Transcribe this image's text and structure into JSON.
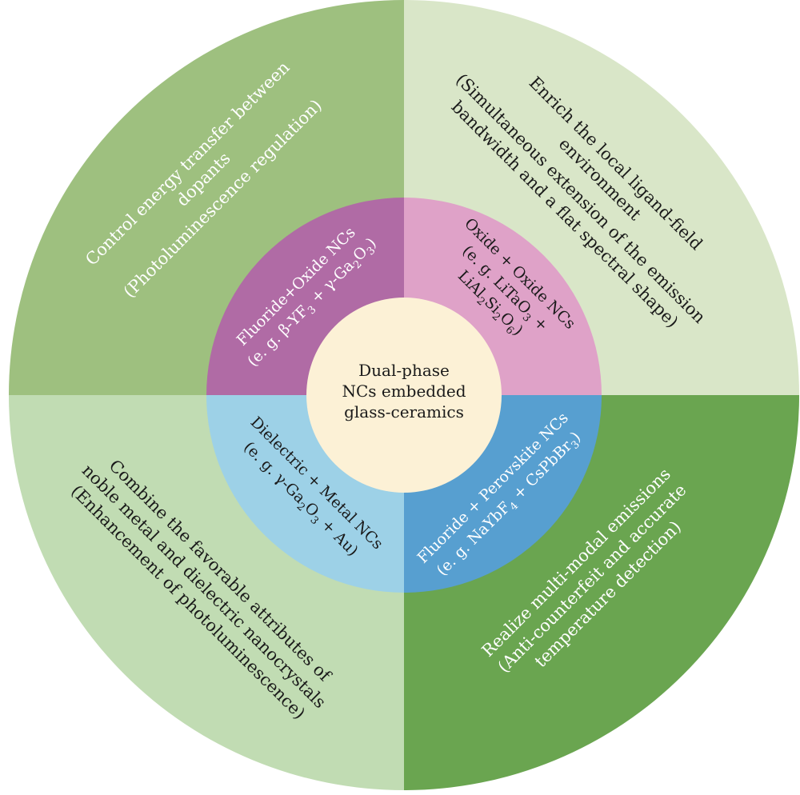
{
  "center": {
    "lines": [
      "Dual-phase",
      "NCs embedded",
      "glass-ceramics"
    ]
  },
  "colors": {
    "outer_top_left": "#9ec07f",
    "outer_top_right": "#d9e6c8",
    "outer_bottom_left": "#c1dcb3",
    "outer_bottom_right": "#6aa550",
    "inner_top_left": "#b06ba5",
    "inner_top_right": "#dfa2c8",
    "inner_bottom_left": "#9dd1e7",
    "inner_bottom_right": "#579fd0",
    "center_fill": "#fcf1d6"
  },
  "outer": {
    "top_left": {
      "line1": "Control energy transfer between",
      "line2": "dopants",
      "line3": "(Photoluminescence regulation)"
    },
    "top_right": {
      "line1": "Enrich the local ligand-field",
      "line2": "environment",
      "line3": "(Simultaneous extension of the emission",
      "line4": "bandwidth and a flat spectral shape)"
    },
    "bottom_left": {
      "line1": "Combine the favorable attributes of",
      "line2": "noble metal and dielectric nanocrystals",
      "line3": "(Enhancement of photoluminescence)"
    },
    "bottom_right": {
      "line1": "Realize multi-modal emissions",
      "line2": "(Anti-counterfeit and accurate",
      "line3": "temperature detection)"
    }
  },
  "inner": {
    "top_left": {
      "title": "Fluoride+Oxide NCs",
      "ex_prefix": "(e. g. β-YF",
      "ex_sub1": "3",
      "ex_mid": " + γ-Ga",
      "ex_sub2": "2",
      "ex_o": "O",
      "ex_sub3": "3",
      "ex_end": ")"
    },
    "top_right": {
      "title": "Oxide + Oxide NCs",
      "ex_prefix": "(e. g. LiTaO",
      "ex_sub1": "3",
      "ex_plus": " +",
      "l3_a": "LiAl",
      "l3_s1": "2",
      "l3_b": "Si",
      "l3_s2": "2",
      "l3_c": "O",
      "l3_s3": "6",
      "l3_end": ")"
    },
    "bottom_left": {
      "title": "Dielectric + Metal NCs",
      "ex_prefix": "(e. g. γ-Ga",
      "ex_sub1": "2",
      "ex_o": "O",
      "ex_sub2": "3",
      "ex_end": " + Au)"
    },
    "bottom_right": {
      "title": "Fluoride + Perovskite NCs",
      "ex_prefix": "(e. g. NaYbF",
      "ex_sub1": "4",
      "ex_mid": " + CsPbBr",
      "ex_sub2": "3",
      "ex_end": ")"
    }
  }
}
